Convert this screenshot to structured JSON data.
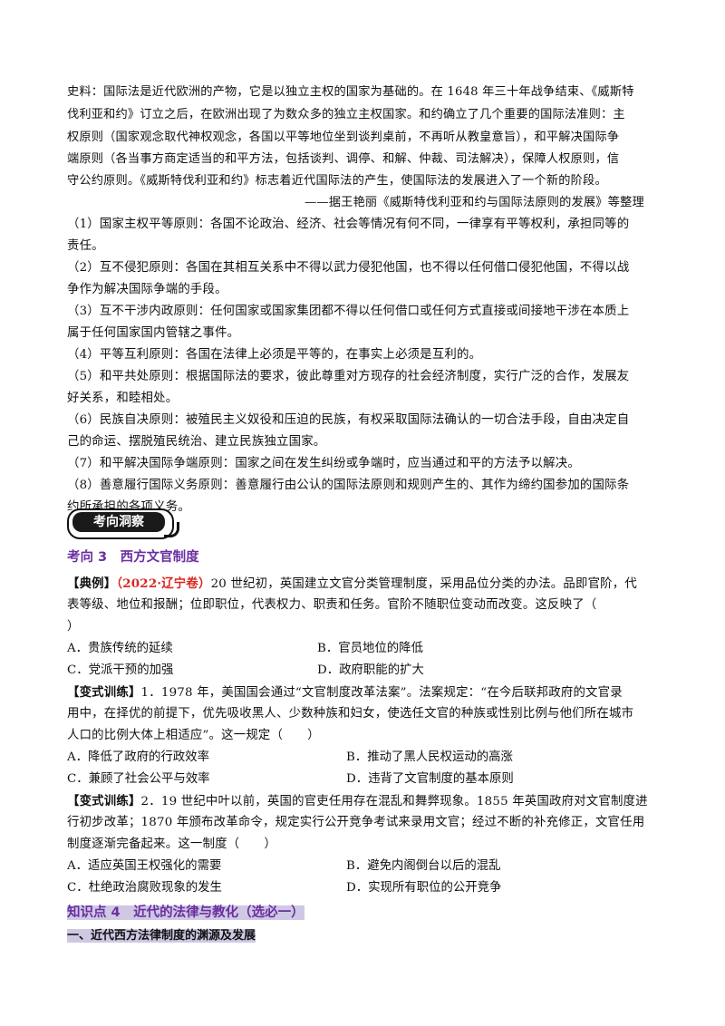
{
  "source": {
    "lines": [
      "史料：国际法是近代欧洲的产物，它是以独立主权的国家为基础的。在 1648 年三十年战争结束、《威斯特",
      "伐利亚和约》订立之后，在欧洲出现了为数众多的独立主权国家。和约确立了几个重要的国际法准则：主",
      "权原则（国家观念取代神权观念，各国以平等地位坐到谈判桌前，不再听从教皇意旨），和平解决国际争",
      "端原则（各当事方商定适当的和平方法，包括谈判、调停、和解、仲裁、司法解决），保障人权原则，信",
      "守公约原则。《威斯特伐利亚和约》标志着近代国际法的产生，使国际法的发展进入了一个新的阶段。"
    ],
    "attribution": "——据王艳丽《威斯特伐利亚和约与国际法原则的发展》等整理"
  },
  "principles": [
    "（1）国家主权平等原则：各国不论政治、经济、社会等情况有何不同，一律享有平等权利，承担同等的",
    "责任。",
    "（2）互不侵犯原则：各国在其相互关系中不得以武力侵犯他国，也不得以任何借口侵犯他国，不得以战",
    "争作为解决国际争端的手段。",
    "（3）互不干涉内政原则：任何国家或国家集团都不得以任何借口或任何方式直接或间接地干涉在本质上",
    "属于任何国家国内管辖之事件。",
    "（4）平等互利原则：各国在法律上必须是平等的，在事实上必须是互利的。",
    "（5）和平共处原则：根据国际法的要求，彼此尊重对方现存的社会经济制度，实行广泛的合作，发展友",
    "好关系，和睦相处。",
    "（6）民族自决原则：被殖民主义奴役和压迫的民族，有权采取国际法确认的一切合法手段，自由决定自",
    "己的命运、摆脱殖民统治、建立民族独立国家。",
    "（7）和平解决国际争端原则：国家之间在发生纠纷或争端时，应当通过和平的方法予以解决。",
    "（8）善意履行国际义务原则：善意履行由公认的国际法原则和规则产生的、其作为缔约国参加的国际条",
    "约所承担的各项义务。"
  ],
  "badge": "考向洞察",
  "section3_title": "考向 3　西方文官制度",
  "example": {
    "label": "【典例】",
    "source": "（2022·辽宁卷）",
    "lines": [
      "20 世纪初，英国建立文官分类管理制度，采用品位分类的办法。品即官阶，代",
      "表等级、地位和报酬；位即职位，代表权力、职责和任务。官阶不随职位变动而改变。这反映了（",
      "）"
    ],
    "options": [
      "A．贵族传统的延续",
      "B．官员地位的降低",
      "C．党派干预的加强",
      "D．政府职能的扩大"
    ]
  },
  "drill1": {
    "label": "【变式训练】",
    "lines": [
      "1．1978 年，美国国会通过“文官制度改革法案”。法案规定：“在今后联邦政府的文官录",
      "用中，在择优的前提下，优先吸收黑人、少数种族和妇女，使选任文官的种族或性别比例与他们所在城市",
      "人口的比例大体上相适应”。这一规定（　　）"
    ],
    "options": [
      "A．降低了政府的行政效率",
      "B．推动了黑人民权运动的高涨",
      "C．兼顾了社会公平与效率",
      "D．违背了文官制度的基本原则"
    ]
  },
  "drill2": {
    "label": "【变式训练】",
    "lines": [
      "2．19 世纪中叶以前，英国的官吏任用存在混乱和舞弊现象。1855 年英国政府对文官制度进",
      "行初步改革；1870 年颁布改革命令，规定实行公开竞争考试来录用文官；经过不断的补充修正，文官任用",
      "制度逐渐完备起来。这一制度（　　）"
    ],
    "options": [
      "A．适应英国王权强化的需要",
      "B．避免内阁倒台以后的混乱",
      "C．杜绝政治腐败现象的发生",
      "D．实现所有职位的公开竞争"
    ]
  },
  "knowledge4_title": "知识点 4　近代的法律与教化（选必一）",
  "subsection_title": "一、近代西方法律制度的渊源及发展"
}
